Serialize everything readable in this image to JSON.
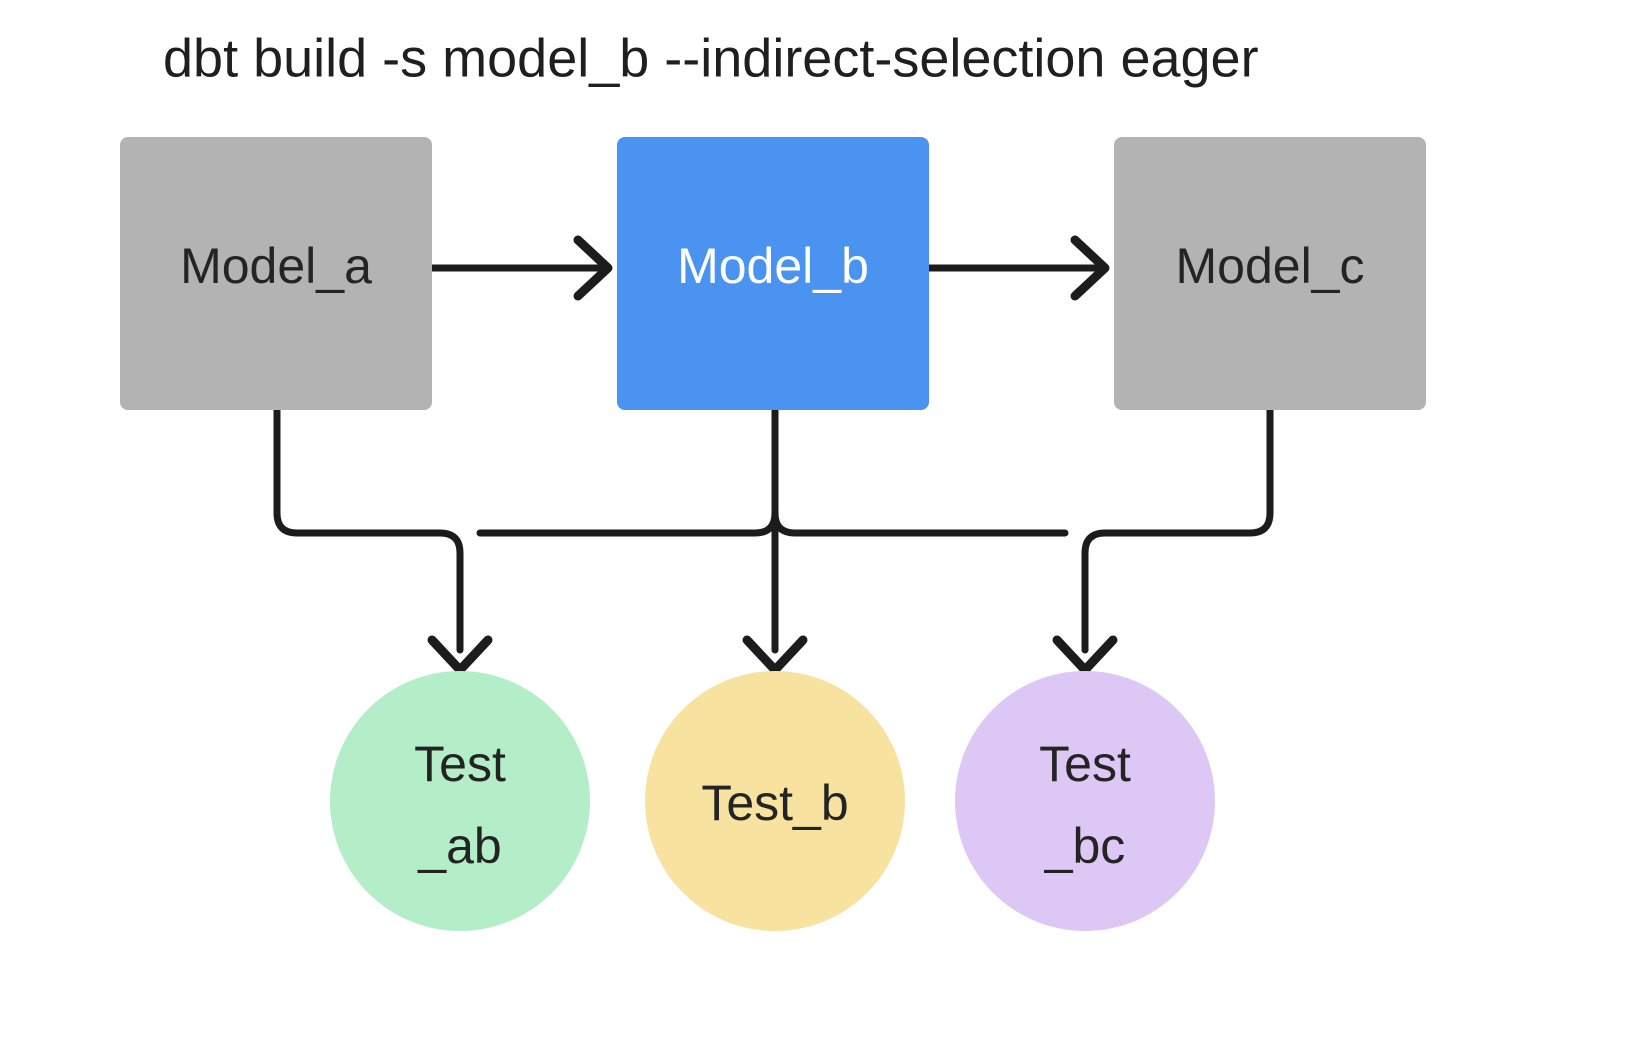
{
  "title": "dbt build -s model_b --indirect-selection eager",
  "colors": {
    "background": "#ffffff",
    "model_default": "#b3b3b3",
    "model_selected": "#4a93f0",
    "test_ab": "#b4eec8",
    "test_b": "#f8e2a0",
    "test_bc": "#dcc7f5",
    "edge": "#1c1c1c",
    "label_dark": "#242424",
    "label_light": "#ffffff"
  },
  "models": [
    {
      "id": "model_a",
      "label": "Model_a",
      "state": "default"
    },
    {
      "id": "model_b",
      "label": "Model_b",
      "state": "selected"
    },
    {
      "id": "model_c",
      "label": "Model_c",
      "state": "default"
    }
  ],
  "tests": [
    {
      "id": "test_ab",
      "line1": "Test",
      "line2": "_ab"
    },
    {
      "id": "test_b",
      "line1": "Test_b",
      "line2": ""
    },
    {
      "id": "test_bc",
      "line1": "Test",
      "line2": "_bc"
    }
  ],
  "edges": [
    {
      "from": "model_a",
      "to": "model_b",
      "kind": "model-to-model"
    },
    {
      "from": "model_b",
      "to": "model_c",
      "kind": "model-to-model"
    },
    {
      "from": "model_a",
      "to": "test_ab",
      "kind": "model-to-test"
    },
    {
      "from": "model_b",
      "to": "test_ab",
      "kind": "model-to-test"
    },
    {
      "from": "model_b",
      "to": "test_b",
      "kind": "model-to-test"
    },
    {
      "from": "model_b",
      "to": "test_bc",
      "kind": "model-to-test"
    },
    {
      "from": "model_c",
      "to": "test_bc",
      "kind": "model-to-test"
    }
  ]
}
